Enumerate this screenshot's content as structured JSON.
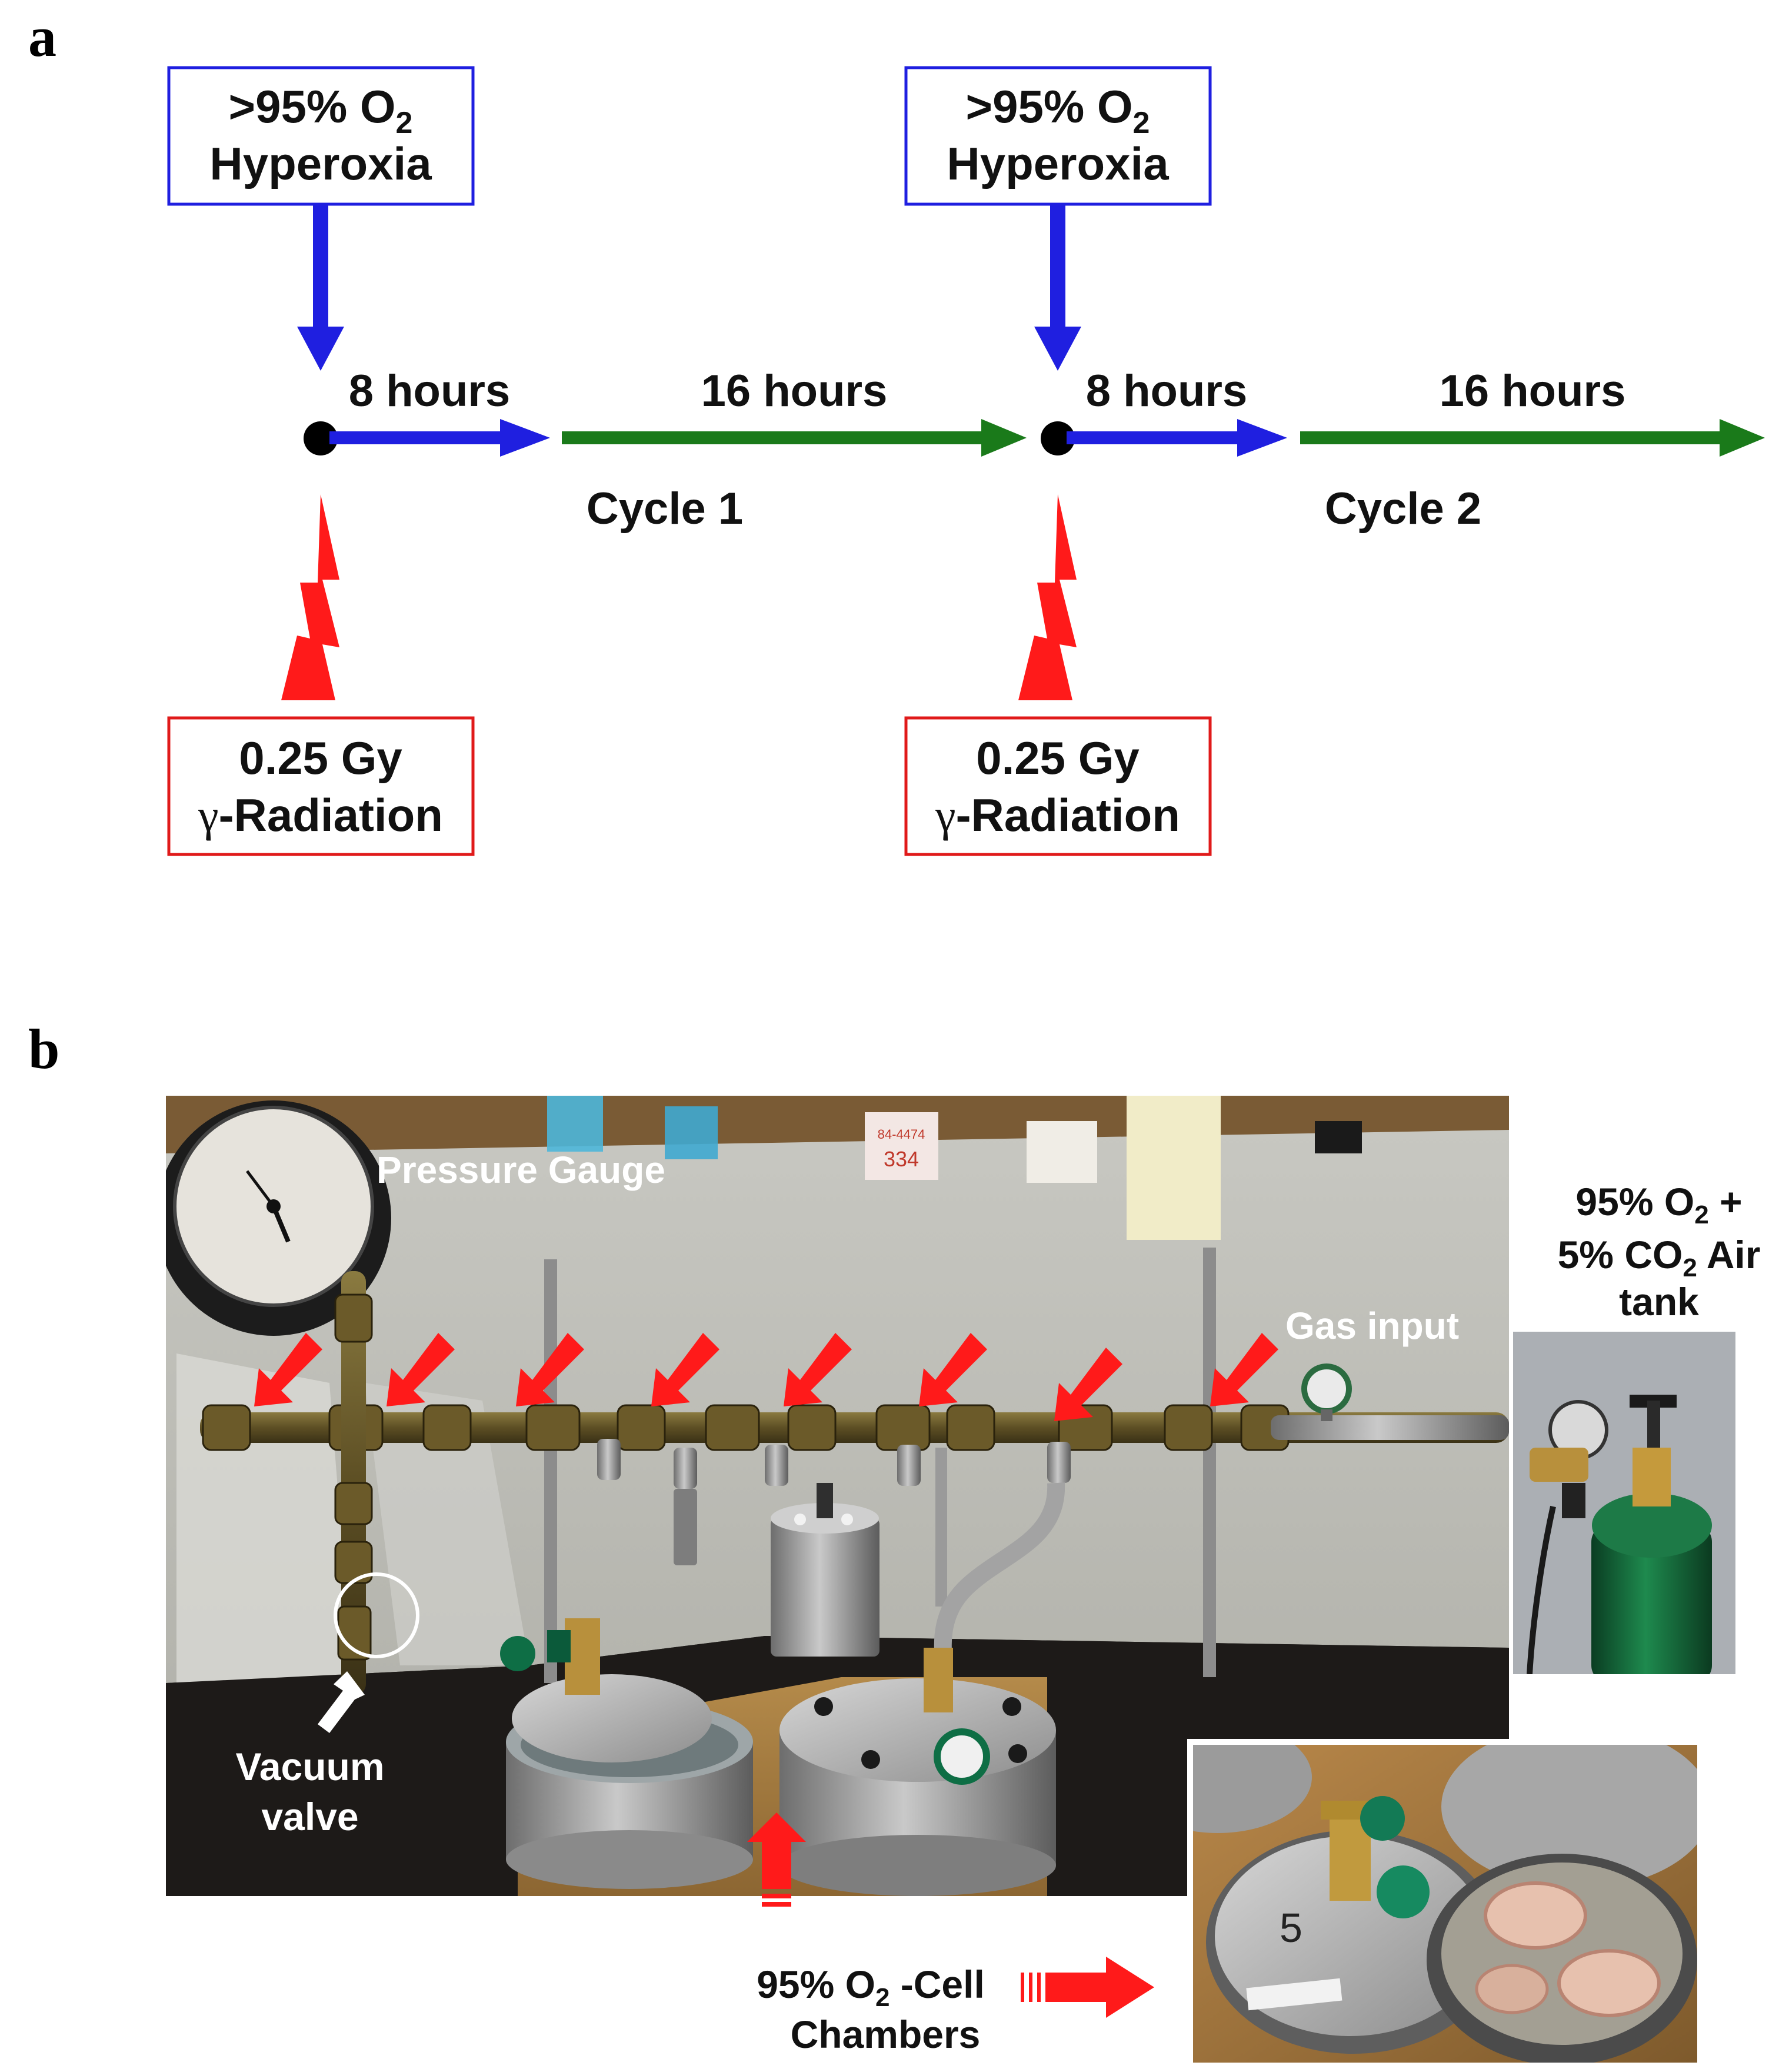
{
  "panel_a": {
    "label": "a",
    "hyperoxia_box": {
      "line1_prefix": ">95% O",
      "line1_sub": "2",
      "line2": "Hyperoxia"
    },
    "radiation_box": {
      "line1": "0.25 Gy",
      "line2_symbol": "γ",
      "line2_rest": "-Radiation"
    },
    "cycles": [
      {
        "name": "Cycle 1",
        "phase1": "8 hours",
        "phase2": "16 hours"
      },
      {
        "name": "Cycle 2",
        "phase1": "8 hours",
        "phase2": "16 hours"
      }
    ]
  },
  "panel_b": {
    "label": "b",
    "labels": {
      "pressure_gauge": "Pressure Gauge",
      "gas_input": "Gas input",
      "vacuum_valve_1": "Vacuum",
      "vacuum_valve_2": "valve",
      "tank_line1_prefix": "95% O",
      "tank_line1_sub": "2",
      "tank_line1_suffix": " +",
      "tank_line2_prefix": "5% CO",
      "tank_line2_sub": "2",
      "tank_line2_suffix": " Air",
      "tank_line3": "tank",
      "chambers_line1_prefix": "95% O",
      "chambers_line1_sub": "2",
      "chambers_line1_suffix": " -Cell",
      "chambers_line2": "Chambers"
    },
    "photo_notes": {
      "note1": "84-4474",
      "note2": "334"
    },
    "chamber_number": "5"
  },
  "colors": {
    "blue": "#1f1fe0",
    "green": "#1a7a1a",
    "red": "#ff1a1a",
    "box_blue": "#1f1fe0",
    "box_red": "#e01a1a"
  }
}
